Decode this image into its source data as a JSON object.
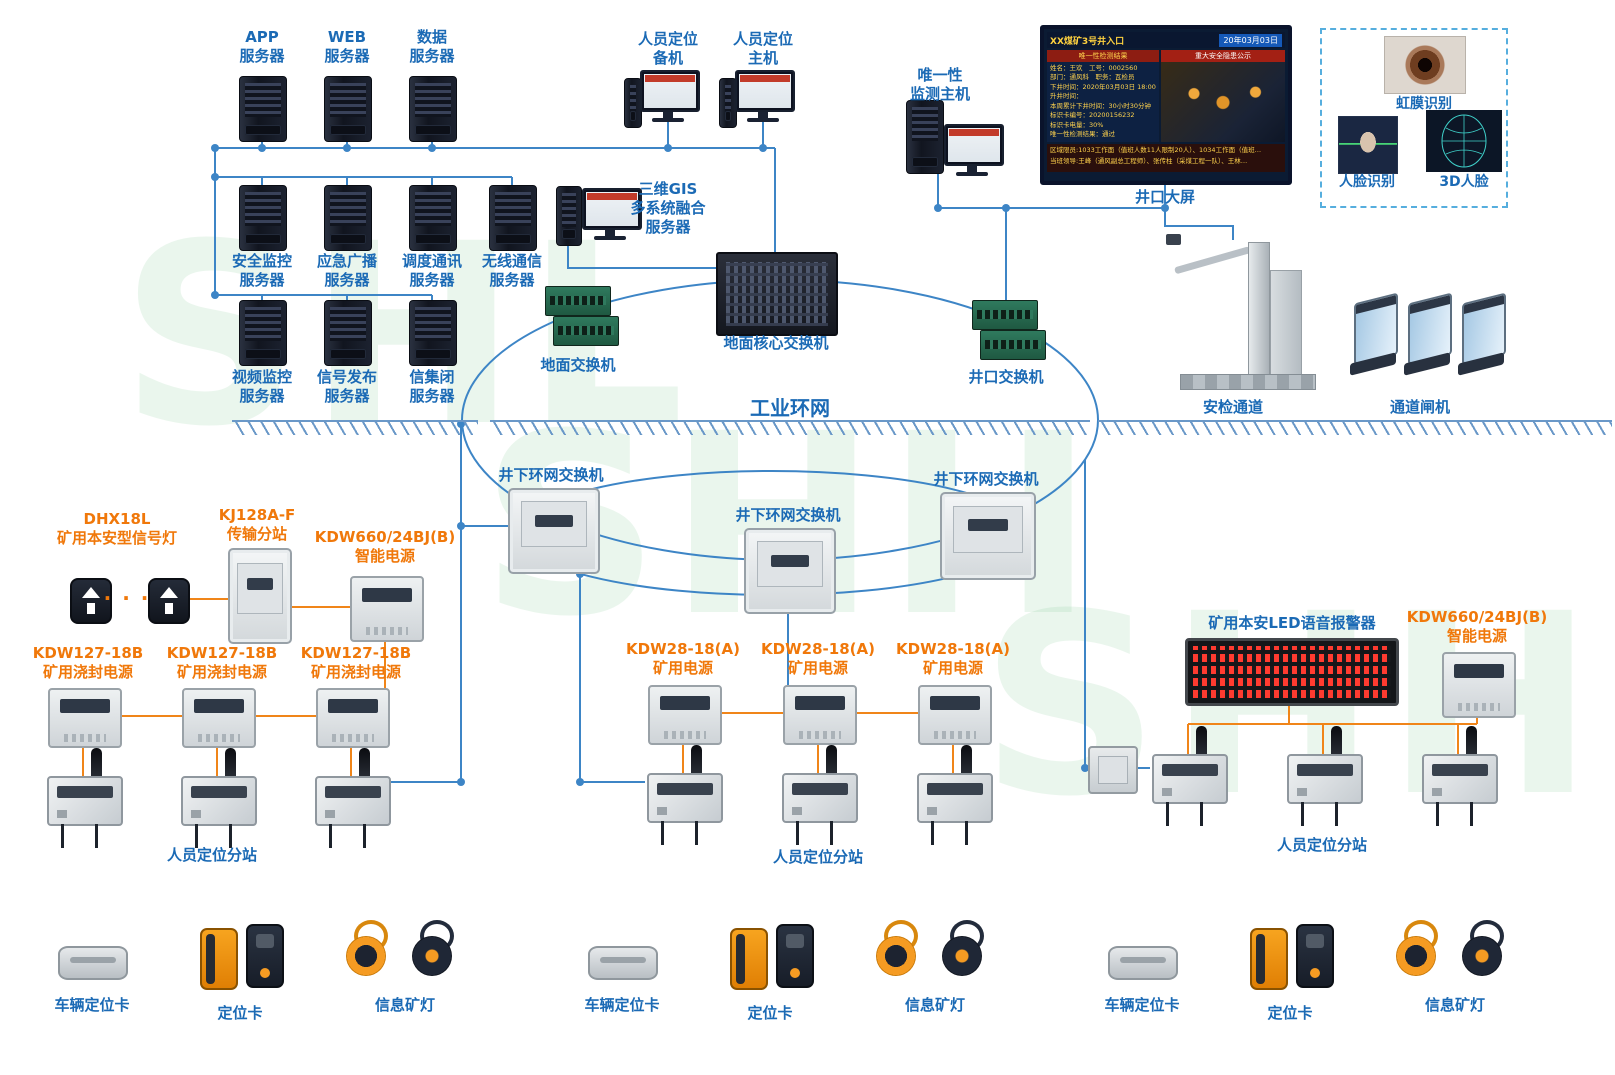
{
  "watermark": {
    "w1": "SHL",
    "w2": "SHH",
    "w3": "SHH"
  },
  "servers": {
    "row1": [
      {
        "label": "APP\n服务器"
      },
      {
        "label": "WEB\n服务器"
      },
      {
        "label": "数据\n服务器"
      }
    ],
    "row2": [
      {
        "label": "安全监控\n服务器"
      },
      {
        "label": "应急广播\n服务器"
      },
      {
        "label": "调度通讯\n服务器"
      },
      {
        "label": "无线通信\n服务器"
      }
    ],
    "row3": [
      {
        "label": "视频监控\n服务器"
      },
      {
        "label": "信号发布\n服务器"
      },
      {
        "label": "信集闭\n服务器"
      }
    ]
  },
  "hosts": {
    "backup": "人员定位\n备机",
    "main": "人员定位\n主机",
    "gis": "三维GIS\n多系统融合\n服务器",
    "unique": "唯一性\n监测主机",
    "screen": "井口大屏"
  },
  "bigscreen": {
    "title_left": "XX煤矿3号井入口",
    "title_right": "20年03月03日",
    "panel_header": "唯一性检测结果",
    "photo_header": "重大安全隐患公示",
    "info": "姓名：王欢　工号：0002560\n部门：通风科　职务：瓦检员\n下井时间：2020年03月03日 18:00\n升井时间：\n本周累计下井时间：30小时30分钟\n标识卡编号：20200156232\n标识卡电量：30%\n唯一性检测结果：通过",
    "ticker1": "区域限员:1033工作面（值班人数11人限制20人）、1034工作面（值班…",
    "ticker2": "当班领导:王峰（通风副总工程师）、张传柱（采煤工程一队）、王林…"
  },
  "biometric": {
    "iris": "虹膜识别",
    "face": "人脸识别",
    "face3d": "3D人脸"
  },
  "network": {
    "core": "地面核心交换机",
    "ground": "地面交换机",
    "wellhead": "井口交换机",
    "ring": "工业环网",
    "security": "安检通道",
    "gate": "通道闸机",
    "underground": "井下环网交换机"
  },
  "left": {
    "signal": "DHX18L\n矿用本安型信号灯",
    "kj": "KJ128A-F\n传输分站",
    "p660": "KDW660/24BJ(B)\n智能电源",
    "p127": "KDW127-18B\n矿用浇封电源",
    "sub": "人员定位分站",
    "dots": "· · ·"
  },
  "mid": {
    "p28": "KDW28-18(A)\n矿用电源",
    "sub": "人员定位分站"
  },
  "right": {
    "led": "矿用本安LED语音报警器",
    "p660": "KDW660/24BJ(B)\n智能电源",
    "sub": "人员定位分站"
  },
  "cards": {
    "vehicle": "车辆定位卡",
    "tag": "定位卡",
    "lamp": "信息矿灯"
  }
}
